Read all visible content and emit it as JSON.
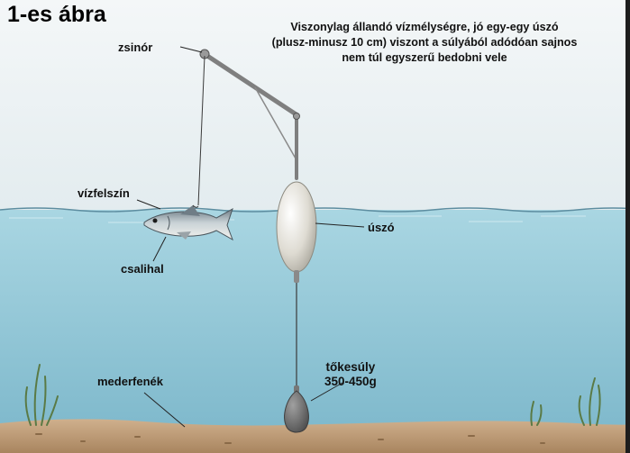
{
  "figure": {
    "title": "1-es ábra",
    "description_lines": [
      "Viszonylag állandó vízmélységre, jó egy-egy úszó",
      "(plusz-minusz 10 cm) viszont a súlyából adódóan sajnos",
      "nem túl egyszerű bedobni vele"
    ]
  },
  "labels": {
    "line": "zsinór",
    "water_surface": "vízfelszín",
    "float": "úszó",
    "bait_fish": "csalihal",
    "riverbed": "mederfenék",
    "sinker_name": "tőkesúly",
    "sinker_weight": "350-450g"
  },
  "colors": {
    "sky": "#eef3f5",
    "water_top": "#a9d6e2",
    "water_bottom": "#7fb9cc",
    "riverbed": "#c4a27e",
    "float": "#e4e2da",
    "sinker": "#6a6a6a",
    "rod": "#8a8a8a",
    "frame": "#1d1d1d"
  }
}
